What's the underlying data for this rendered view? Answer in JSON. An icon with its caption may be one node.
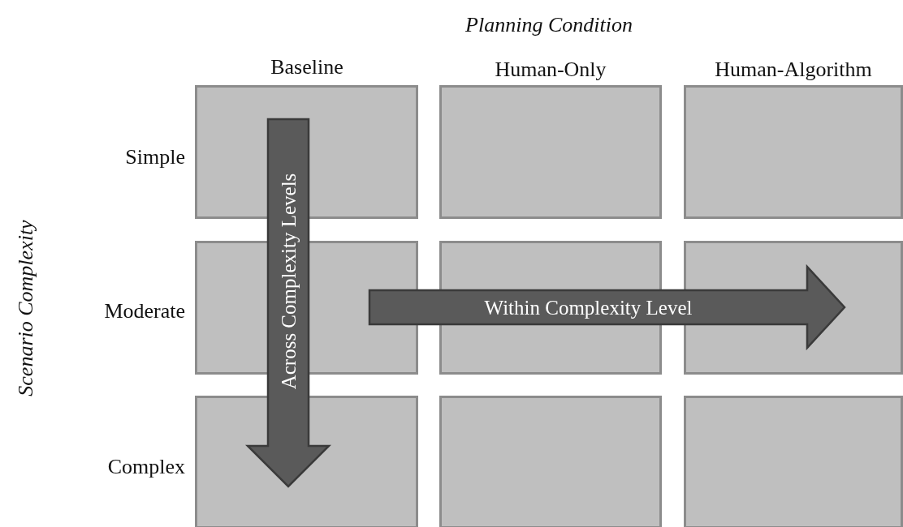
{
  "diagram": {
    "title": "Planning Condition",
    "nodes": [
      {
        "text": [],
        "shape": "box"
      },
      {
        "text": [],
        "shape": "box"
      },
      {
        "text": [],
        "shape": "box"
      },
      {
        "text": [],
        "shape": "box"
      },
      {
        "text": [],
        "shape": "box"
      },
      {
        "text": [],
        "shape": "box"
      },
      {
        "text": [],
        "shape": "box"
      },
      {
        "text": [],
        "shape": "box"
      },
      {
        "text": [],
        "shape": "box"
      }
    ],
    "edges": [
      {
        "from": 0,
        "to": 6,
        "arrow": "to",
        "style": "thick",
        "label": "Across Complexity Levels"
      },
      {
        "from": 3,
        "to": 5,
        "arrow": "to",
        "style": "thick",
        "label": "Within Complexity Level"
      }
    ],
    "labels": [
      "Baseline",
      "Human-Only",
      "Human-Algorithm",
      "Scenario Complexity",
      "Simple",
      "Moderate",
      "Complex"
    ]
  }
}
